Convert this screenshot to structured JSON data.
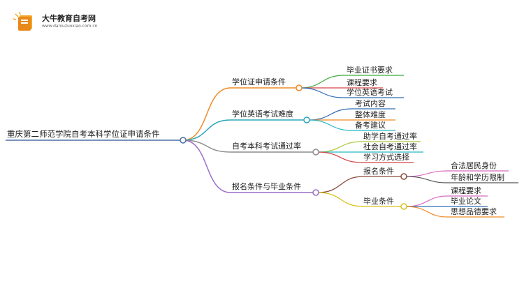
{
  "logo": {
    "name": "大牛教育自考网",
    "url": "www.daniuzuoxiao.com.cn"
  },
  "mindmap": {
    "root": "重庆第二师范学院自考本科学位证申请条件",
    "colors": {
      "root": "#4a6fa5",
      "branch1": "#f08a24",
      "branch2": "#2aa7b8",
      "branch3": "#8c8c8c",
      "branch4": "#9a6fc8",
      "green": "#3caa3c",
      "red": "#d64545",
      "blue": "#2f6db5",
      "orange": "#f08a24",
      "cyan": "#24b6c8",
      "lime": "#a9c93a",
      "brown": "#8b4a3a",
      "pink": "#d86bc0",
      "gray": "#555555",
      "yellow": "#d8c21c"
    },
    "branches": [
      {
        "label": "学位证申请条件",
        "children": [
          "毕业证书要求",
          "课程要求",
          "学位英语考试"
        ]
      },
      {
        "label": "学位英语考试难度",
        "children": [
          "考试内容",
          "整体难度",
          "备考建议"
        ]
      },
      {
        "label": "自考本科考试通过率",
        "children": [
          "助学自考通过率",
          "社会自考通过率",
          "学习方式选择"
        ]
      },
      {
        "label": "报名条件与毕业条件",
        "children": [
          {
            "label": "报名条件",
            "children": [
              "合法居民身份",
              "年龄和学历限制"
            ]
          },
          {
            "label": "毕业条件",
            "children": [
              "课程要求",
              "毕业论文",
              "思想品德要求"
            ]
          }
        ]
      }
    ]
  }
}
